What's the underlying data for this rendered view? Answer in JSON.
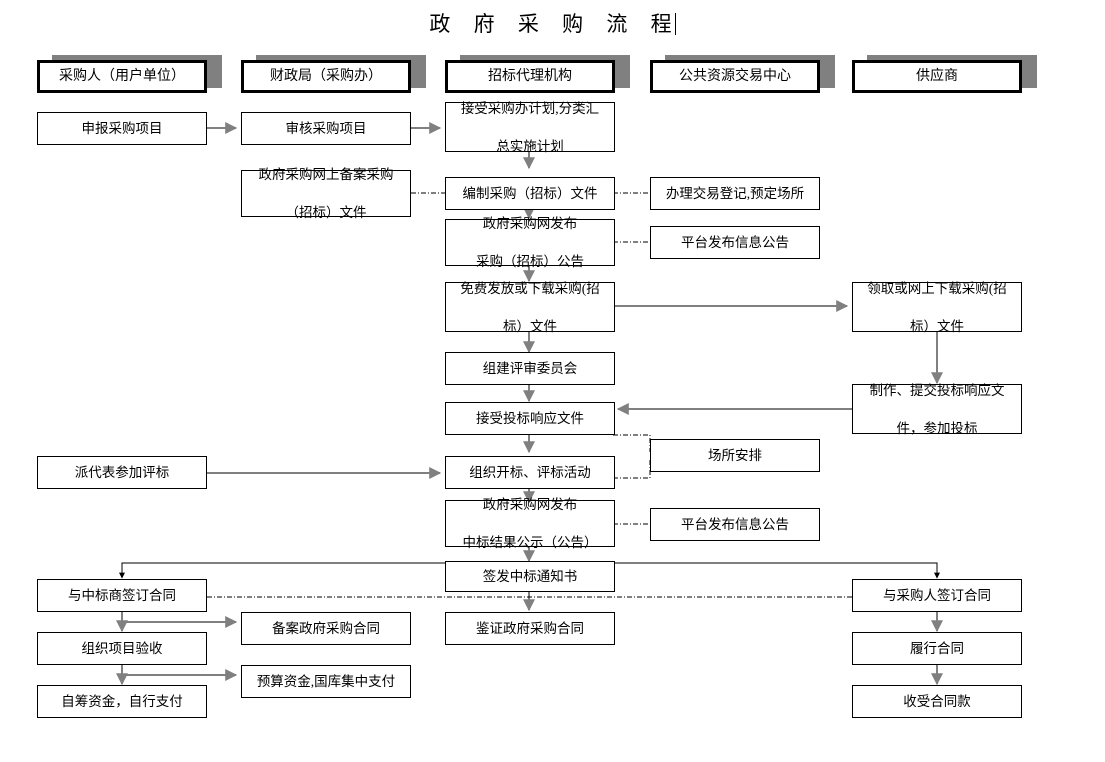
{
  "title": "政 府 采 购 流 程",
  "columns": [
    {
      "id": "buyer",
      "label": "采购人（用户单位）"
    },
    {
      "id": "finance",
      "label": "财政局（采购办）"
    },
    {
      "id": "agency",
      "label": "招标代理机构"
    },
    {
      "id": "exchange",
      "label": "公共资源交易中心"
    },
    {
      "id": "supplier",
      "label": "供应商"
    }
  ],
  "nodes": {
    "n_apply": {
      "label": "申报采购项目"
    },
    "n_review": {
      "label": "审核采购项目"
    },
    "n_record": {
      "line1": "政府采购网上备案采购",
      "line2": "（招标）文件"
    },
    "n_receive_plan": {
      "line1": "接受采购办计划,分类汇",
      "line2": "总实施计划"
    },
    "n_make_doc": {
      "label": "编制采购（招标）文件"
    },
    "n_publish_ann": {
      "line1": "政府采购网发布",
      "line2": "采购（招标）公告"
    },
    "n_issue_doc": {
      "line1": "免费发放或下载采购(招",
      "line2": "标）文件"
    },
    "n_committee": {
      "label": "组建评审委员会"
    },
    "n_receive_bid": {
      "label": "接受投标响应文件"
    },
    "n_open_bid": {
      "label": "组织开标、评标活动"
    },
    "n_publish_res": {
      "line1": "政府采购网发布",
      "line2": "中标结果公示（公告）"
    },
    "n_notice": {
      "label": "签发中标通知书"
    },
    "n_verify": {
      "label": "鉴证政府采购合同"
    },
    "n_register": {
      "label": "办理交易登记,预定场所"
    },
    "n_platform_1": {
      "label": "平台发布信息公告"
    },
    "n_venue": {
      "label": "场所安排"
    },
    "n_platform_2": {
      "label": "平台发布信息公告"
    },
    "n_get_doc": {
      "line1": "领取或网上下载采购(招",
      "line2": "标）文件"
    },
    "n_submit_bid": {
      "line1": "制作、提交投标响应文",
      "line2": "件，参加投标"
    },
    "n_delegate": {
      "label": "派代表参加评标"
    },
    "n_sign_winner": {
      "label": "与中标商签订合同"
    },
    "n_acceptance": {
      "label": "组织项目验收"
    },
    "n_selffund": {
      "label": "自筹资金，自行支付"
    },
    "n_file_contract": {
      "label": "备案政府采购合同"
    },
    "n_budget_pay": {
      "label": "预算资金,国库集中支付"
    },
    "n_sign_buyer": {
      "label": "与采购人签订合同"
    },
    "n_perform": {
      "label": "履行合同"
    },
    "n_receive_pay": {
      "label": "收受合同款"
    }
  },
  "colors": {
    "box_border": "#000000",
    "shadow": "#808080",
    "arrow": "#808080",
    "background": "#ffffff"
  }
}
